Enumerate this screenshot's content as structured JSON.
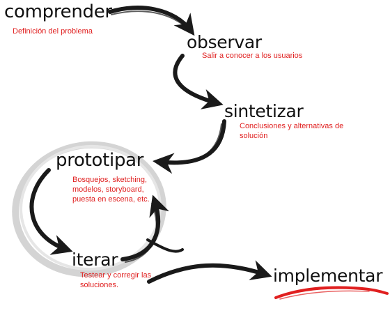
{
  "steps": [
    {
      "title": "comprender",
      "description": "Definición del problema"
    },
    {
      "title": "observar",
      "description": "Salir a conocer a los usuarios"
    },
    {
      "title": "sintetizar",
      "description": "Conclusiones y alternativas de solución"
    },
    {
      "title": "prototipar",
      "description": "Bosquejos, sketching, modelos, storyboard, puesta en escena, etc."
    },
    {
      "title": "iterar",
      "description": "Testear y corregir las soluciones."
    },
    {
      "title": "implementar",
      "description": ""
    }
  ],
  "colors": {
    "ink": "#111111",
    "accent": "#e01f1f",
    "circle": "#d4d4d4",
    "brush": "#1a1a1a"
  }
}
